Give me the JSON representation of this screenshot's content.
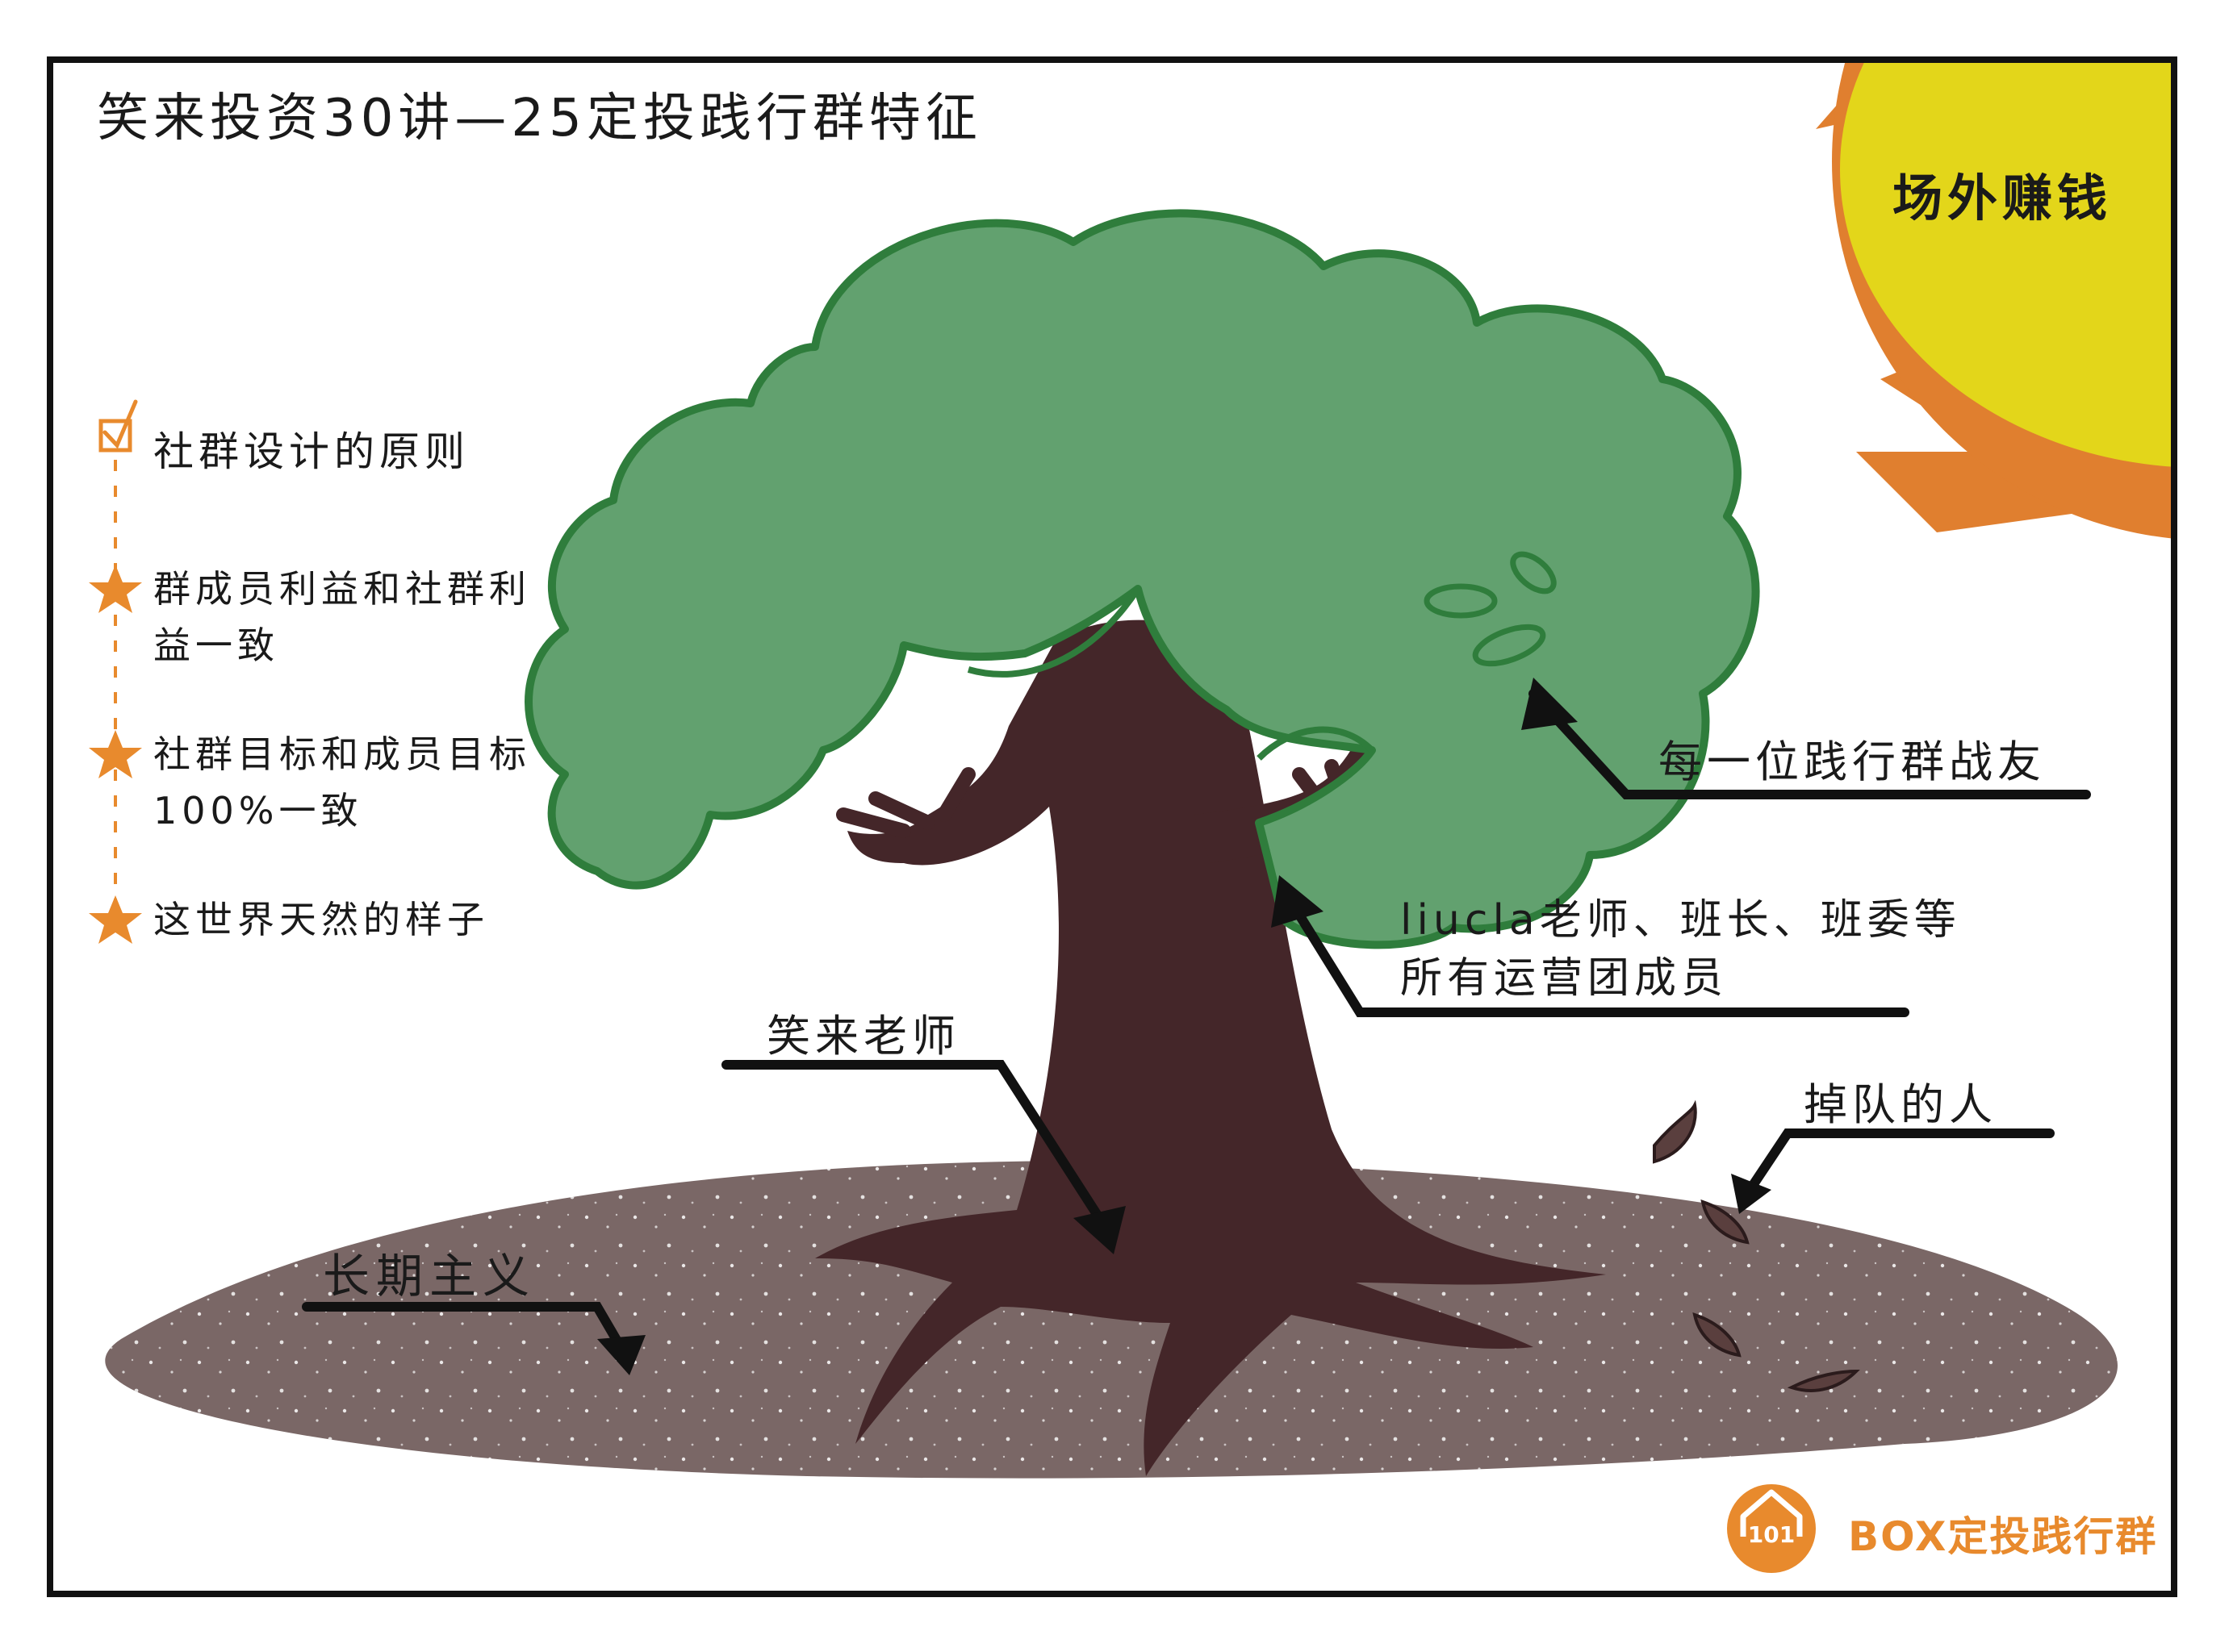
{
  "title": "笑来投资30讲—25定投践行群特征",
  "sun_label": "场外赚钱",
  "checklist": {
    "heading": "社群设计的原则",
    "items": [
      "群成员利益和社群利益一致",
      "社群目标和成员目标100%一致",
      "这世界天然的样子"
    ]
  },
  "annotations": {
    "members": "每一位践行群战友",
    "staff": "liucla老师、班长、班委等所有运营团成员",
    "teacher": "笑来老师",
    "dropouts": "掉队的人",
    "longterm": "长期主义"
  },
  "brand": {
    "name": "BOX定投践行群",
    "logo_text": "101"
  },
  "colors": {
    "sun_outer": "#e07f2f",
    "sun_inner": "#e3d61a",
    "foliage": "#62a16f",
    "foliage_stroke": "#2f7d3c",
    "trunk": "#442629",
    "ground": "#7a6766",
    "accent": "#e88a2d"
  }
}
